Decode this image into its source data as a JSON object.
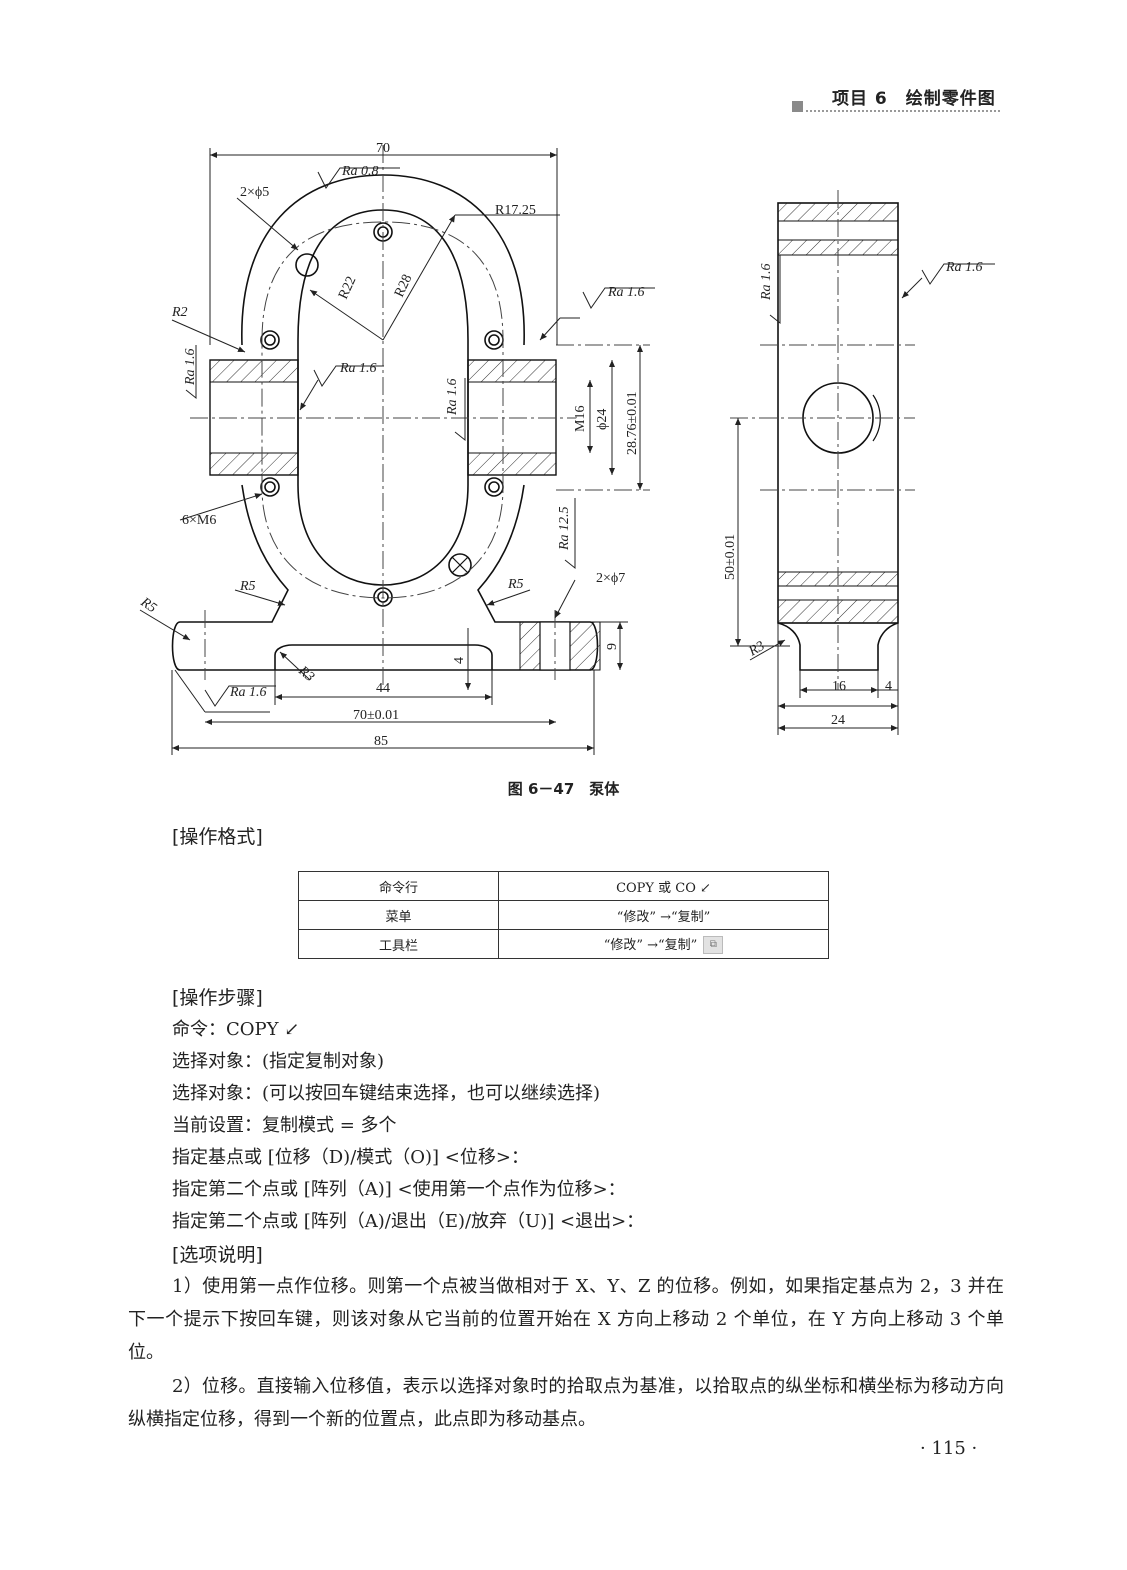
{
  "header": {
    "title": "项目 6　绘制零件图"
  },
  "figure": {
    "front": {
      "top_width": "70",
      "ra_top": "Ra 0.8",
      "holes_2x": "2×ϕ5",
      "r_outer": "R17.25",
      "r22": "R22",
      "r28": "R28",
      "ra_right": "Ra 1.6",
      "r2": "R2",
      "ra_left_vert": "Ra 1.6",
      "ra_inner": "Ra 1.6",
      "ra_mid_vert": "Ra 1.6",
      "m16": "M16",
      "d24": "ϕ24",
      "d2876": "28.76±0.01",
      "holes_6x": "6×M6",
      "ra_125": "Ra 12.5",
      "r5_left": "R5",
      "r5_right": "R5",
      "r5_foot": "R5",
      "holes_2x7": "2×ϕ7",
      "dim_9": "9",
      "dim_4": "4",
      "r3": "R3",
      "dim_44": "44",
      "ra_bottom": "Ra 1.6",
      "dim_70": "70±0.01",
      "dim_85": "85"
    },
    "side": {
      "ra_left": "Ra 1.6",
      "ra_right": "Ra 1.6",
      "dim_50": "50±0.01",
      "r3": "R3",
      "dim_16": "16",
      "dim_4": "4",
      "dim_24": "24"
    },
    "caption": "图 6－47　泵体"
  },
  "format_section": {
    "heading": "[操作格式]",
    "rows": [
      {
        "label": "命令行",
        "value": "COPY 或 CO ↙"
      },
      {
        "label": "菜单",
        "value": "“修改” →“复制”"
      },
      {
        "label": "工具栏",
        "value": "“修改” →“复制”"
      }
    ]
  },
  "steps_section": {
    "heading": "[操作步骤]",
    "lines": [
      "命令：COPY ↙",
      "选择对象：(指定复制对象)",
      "选择对象：(可以按回车键结束选择，也可以继续选择)",
      "当前设置：复制模式 = 多个",
      "指定基点或 [位移（D)/模式（O)] <位移>：",
      "指定第二个点或 [阵列（A)] <使用第一个点作为位移>：",
      "指定第二个点或 [阵列（A)/退出（E)/放弃（U)] <退出>："
    ]
  },
  "options_section": {
    "heading": "[选项说明]",
    "paragraphs": [
      "1）使用第一点作位移。则第一个点被当做相对于 X、Y、Z 的位移。例如，如果指定基点为 2，3 并在下一个提示下按回车键，则该对象从它当前的位置开始在 X 方向上移动 2 个单位，在 Y 方向上移动 3 个单位。",
      "2）位移。直接输入位移值，表示以选择对象时的拾取点为基准，以拾取点的纵坐标和横坐标为移动方向纵横指定位移，得到一个新的位置点，此点即为移动基点。"
    ]
  },
  "page_number": "· 115 ·"
}
